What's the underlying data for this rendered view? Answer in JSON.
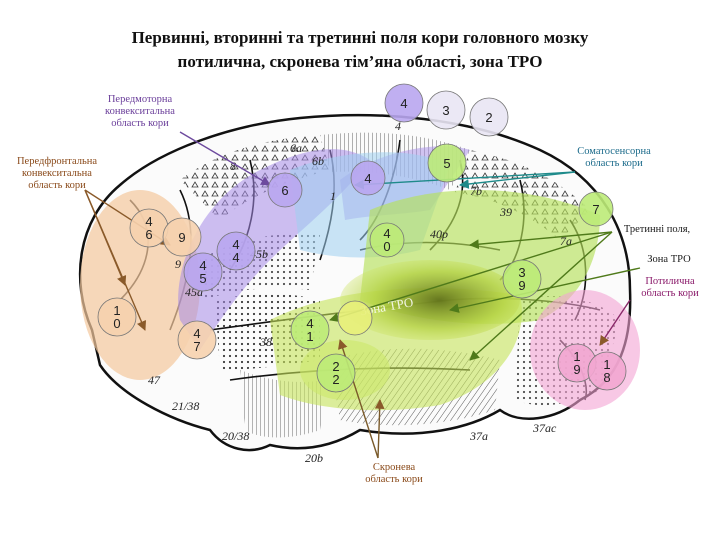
{
  "title": {
    "line1": "Первинні, вторинні та третинні поля кори головного мозку",
    "line2": "потилична, скронева тім’яна області, зона ТРО"
  },
  "labels": {
    "premotor": [
      "Передмоторна",
      "конвекситальна",
      "область кори"
    ],
    "prefrontal": [
      "Передфронтальна",
      "конвекситальна",
      "область кори"
    ],
    "somatosensory": [
      "Соматосенсорна",
      "область кори"
    ],
    "tertiary": "Третинні поля,",
    "tpo_zone": "Зона ТРО",
    "occipital": [
      "Потилична",
      "область кори"
    ],
    "temporal": [
      "Скронева",
      "область кори"
    ],
    "tpo_inner": "Зона ТРО"
  },
  "circles": [
    {
      "text": "4",
      "color": "#b9a6ef"
    },
    {
      "text": "3",
      "color": "#e9e6f4"
    },
    {
      "text": "2",
      "color": "#e9e6f4"
    },
    {
      "text": "5",
      "color": "#bdeb78"
    },
    {
      "text": "6",
      "color": "#b9a6ef"
    },
    {
      "text": "4",
      "color": "#b9a6ef"
    },
    {
      "text": "7",
      "color": "#bdeb78"
    },
    {
      "text": "4 6",
      "color": "#f6d1ae"
    },
    {
      "text": "9",
      "color": "#f6d1ae"
    },
    {
      "text": "4 4",
      "color": "#b9a6ef"
    },
    {
      "text": "4 5",
      "color": "#b9a6ef"
    },
    {
      "text": "4 0",
      "color": "#bdeb78"
    },
    {
      "text": "3 9",
      "color": "#bdeb78"
    },
    {
      "text": "1 0",
      "color": "#f6d1ae"
    },
    {
      "text": "4 7",
      "color": "#f6d1ae"
    },
    {
      "text": "4 1",
      "color": "#bdeb78"
    },
    {
      "text": "",
      "color": "#e8f07a"
    },
    {
      "text": "2 2",
      "color": "#bdeb78"
    },
    {
      "text": "1 9",
      "color": "#f2a6d0"
    },
    {
      "text": "1 8",
      "color": "#f2a6d0"
    }
  ],
  "field_numbers": [
    "6a",
    "6b",
    "8",
    "9",
    "40p",
    "39",
    "45a",
    "45b",
    "47",
    "21/38",
    "20/38",
    "20b",
    "37a",
    "37ac",
    "38",
    "4",
    "1",
    "7a",
    "7b"
  ]
}
